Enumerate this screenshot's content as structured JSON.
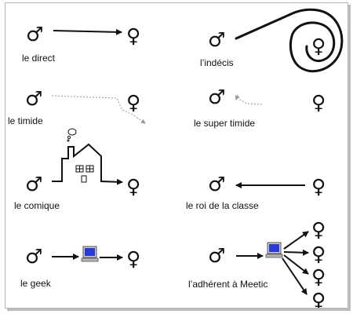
{
  "symbols": {
    "male": "♂",
    "female": "♀"
  },
  "panels": {
    "direct": "le direct",
    "indecis": "l’indécis",
    "timide": "le timide",
    "super_timide": "le super timide",
    "comique": "le comique",
    "roi": "le roi de la classe",
    "geek": "le geek",
    "meetic": "l’adhérent à Meetic"
  },
  "icons": {
    "thought": "thought-bubble-icon",
    "house": "house-icon",
    "computer": "computer-icon"
  },
  "colors": {
    "ink": "#111111",
    "dotted": "#9a9a9a",
    "screen": "#2a3ad8",
    "computer_body": "#c9c9c9",
    "frame_border": "#b9b7ad"
  }
}
